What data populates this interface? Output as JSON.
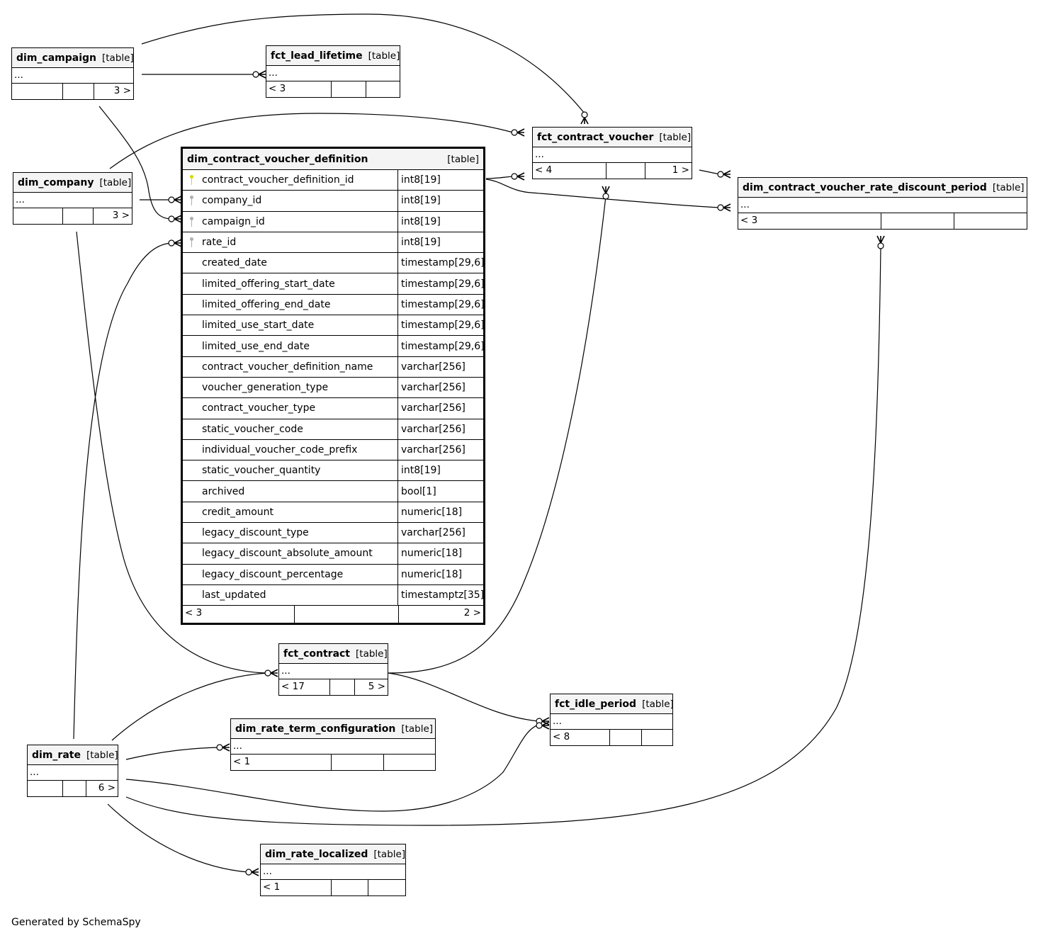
{
  "diagram": {
    "footer_text": "Generated by SchemaSpy",
    "kind_label": "[table]",
    "ellipsis": "...",
    "tables": {
      "dim_campaign": {
        "name": "dim_campaign",
        "footer": [
          "",
          "",
          "3 >"
        ]
      },
      "fct_lead_lifetime": {
        "name": "fct_lead_lifetime",
        "footer": [
          "< 3",
          "",
          ""
        ]
      },
      "dim_company": {
        "name": "dim_company",
        "footer": [
          "",
          "",
          "3 >"
        ]
      },
      "fct_contract_voucher": {
        "name": "fct_contract_voucher",
        "footer": [
          "< 4",
          "",
          "1 >"
        ]
      },
      "dim_contract_voucher_rate_discount_period": {
        "name": "dim_contract_voucher_rate_discount_period",
        "footer": [
          "< 3",
          "",
          ""
        ]
      },
      "fct_contract": {
        "name": "fct_contract",
        "footer": [
          "< 17",
          "",
          "5 >"
        ]
      },
      "fct_idle_period": {
        "name": "fct_idle_period",
        "footer": [
          "< 8",
          "",
          ""
        ]
      },
      "dim_rate_term_configuration": {
        "name": "dim_rate_term_configuration",
        "footer": [
          "< 1",
          "",
          ""
        ]
      },
      "dim_rate": {
        "name": "dim_rate",
        "footer": [
          "",
          "",
          "6 >"
        ]
      },
      "dim_rate_localized": {
        "name": "dim_rate_localized",
        "footer": [
          "< 1",
          "",
          ""
        ]
      }
    },
    "main_table": {
      "name": "dim_contract_voucher_definition",
      "footer": [
        "< 3",
        "",
        "2 >"
      ],
      "columns": [
        {
          "name": "contract_voucher_definition_id",
          "type": "int8[19]",
          "key": "primary-key"
        },
        {
          "name": "company_id",
          "type": "int8[19]",
          "key": "foreign-key"
        },
        {
          "name": "campaign_id",
          "type": "int8[19]",
          "key": "foreign-key"
        },
        {
          "name": "rate_id",
          "type": "int8[19]",
          "key": "foreign-key"
        },
        {
          "name": "created_date",
          "type": "timestamp[29,6]",
          "key": ""
        },
        {
          "name": "limited_offering_start_date",
          "type": "timestamp[29,6]",
          "key": ""
        },
        {
          "name": "limited_offering_end_date",
          "type": "timestamp[29,6]",
          "key": ""
        },
        {
          "name": "limited_use_start_date",
          "type": "timestamp[29,6]",
          "key": ""
        },
        {
          "name": "limited_use_end_date",
          "type": "timestamp[29,6]",
          "key": ""
        },
        {
          "name": "contract_voucher_definition_name",
          "type": "varchar[256]",
          "key": ""
        },
        {
          "name": "voucher_generation_type",
          "type": "varchar[256]",
          "key": ""
        },
        {
          "name": "contract_voucher_type",
          "type": "varchar[256]",
          "key": ""
        },
        {
          "name": "static_voucher_code",
          "type": "varchar[256]",
          "key": ""
        },
        {
          "name": "individual_voucher_code_prefix",
          "type": "varchar[256]",
          "key": ""
        },
        {
          "name": "static_voucher_quantity",
          "type": "int8[19]",
          "key": ""
        },
        {
          "name": "archived",
          "type": "bool[1]",
          "key": ""
        },
        {
          "name": "credit_amount",
          "type": "numeric[18]",
          "key": ""
        },
        {
          "name": "legacy_discount_type",
          "type": "varchar[256]",
          "key": ""
        },
        {
          "name": "legacy_discount_absolute_amount",
          "type": "numeric[18]",
          "key": ""
        },
        {
          "name": "legacy_discount_percentage",
          "type": "numeric[18]",
          "key": ""
        },
        {
          "name": "last_updated",
          "type": "timestamptz[35]",
          "key": ""
        }
      ]
    }
  }
}
